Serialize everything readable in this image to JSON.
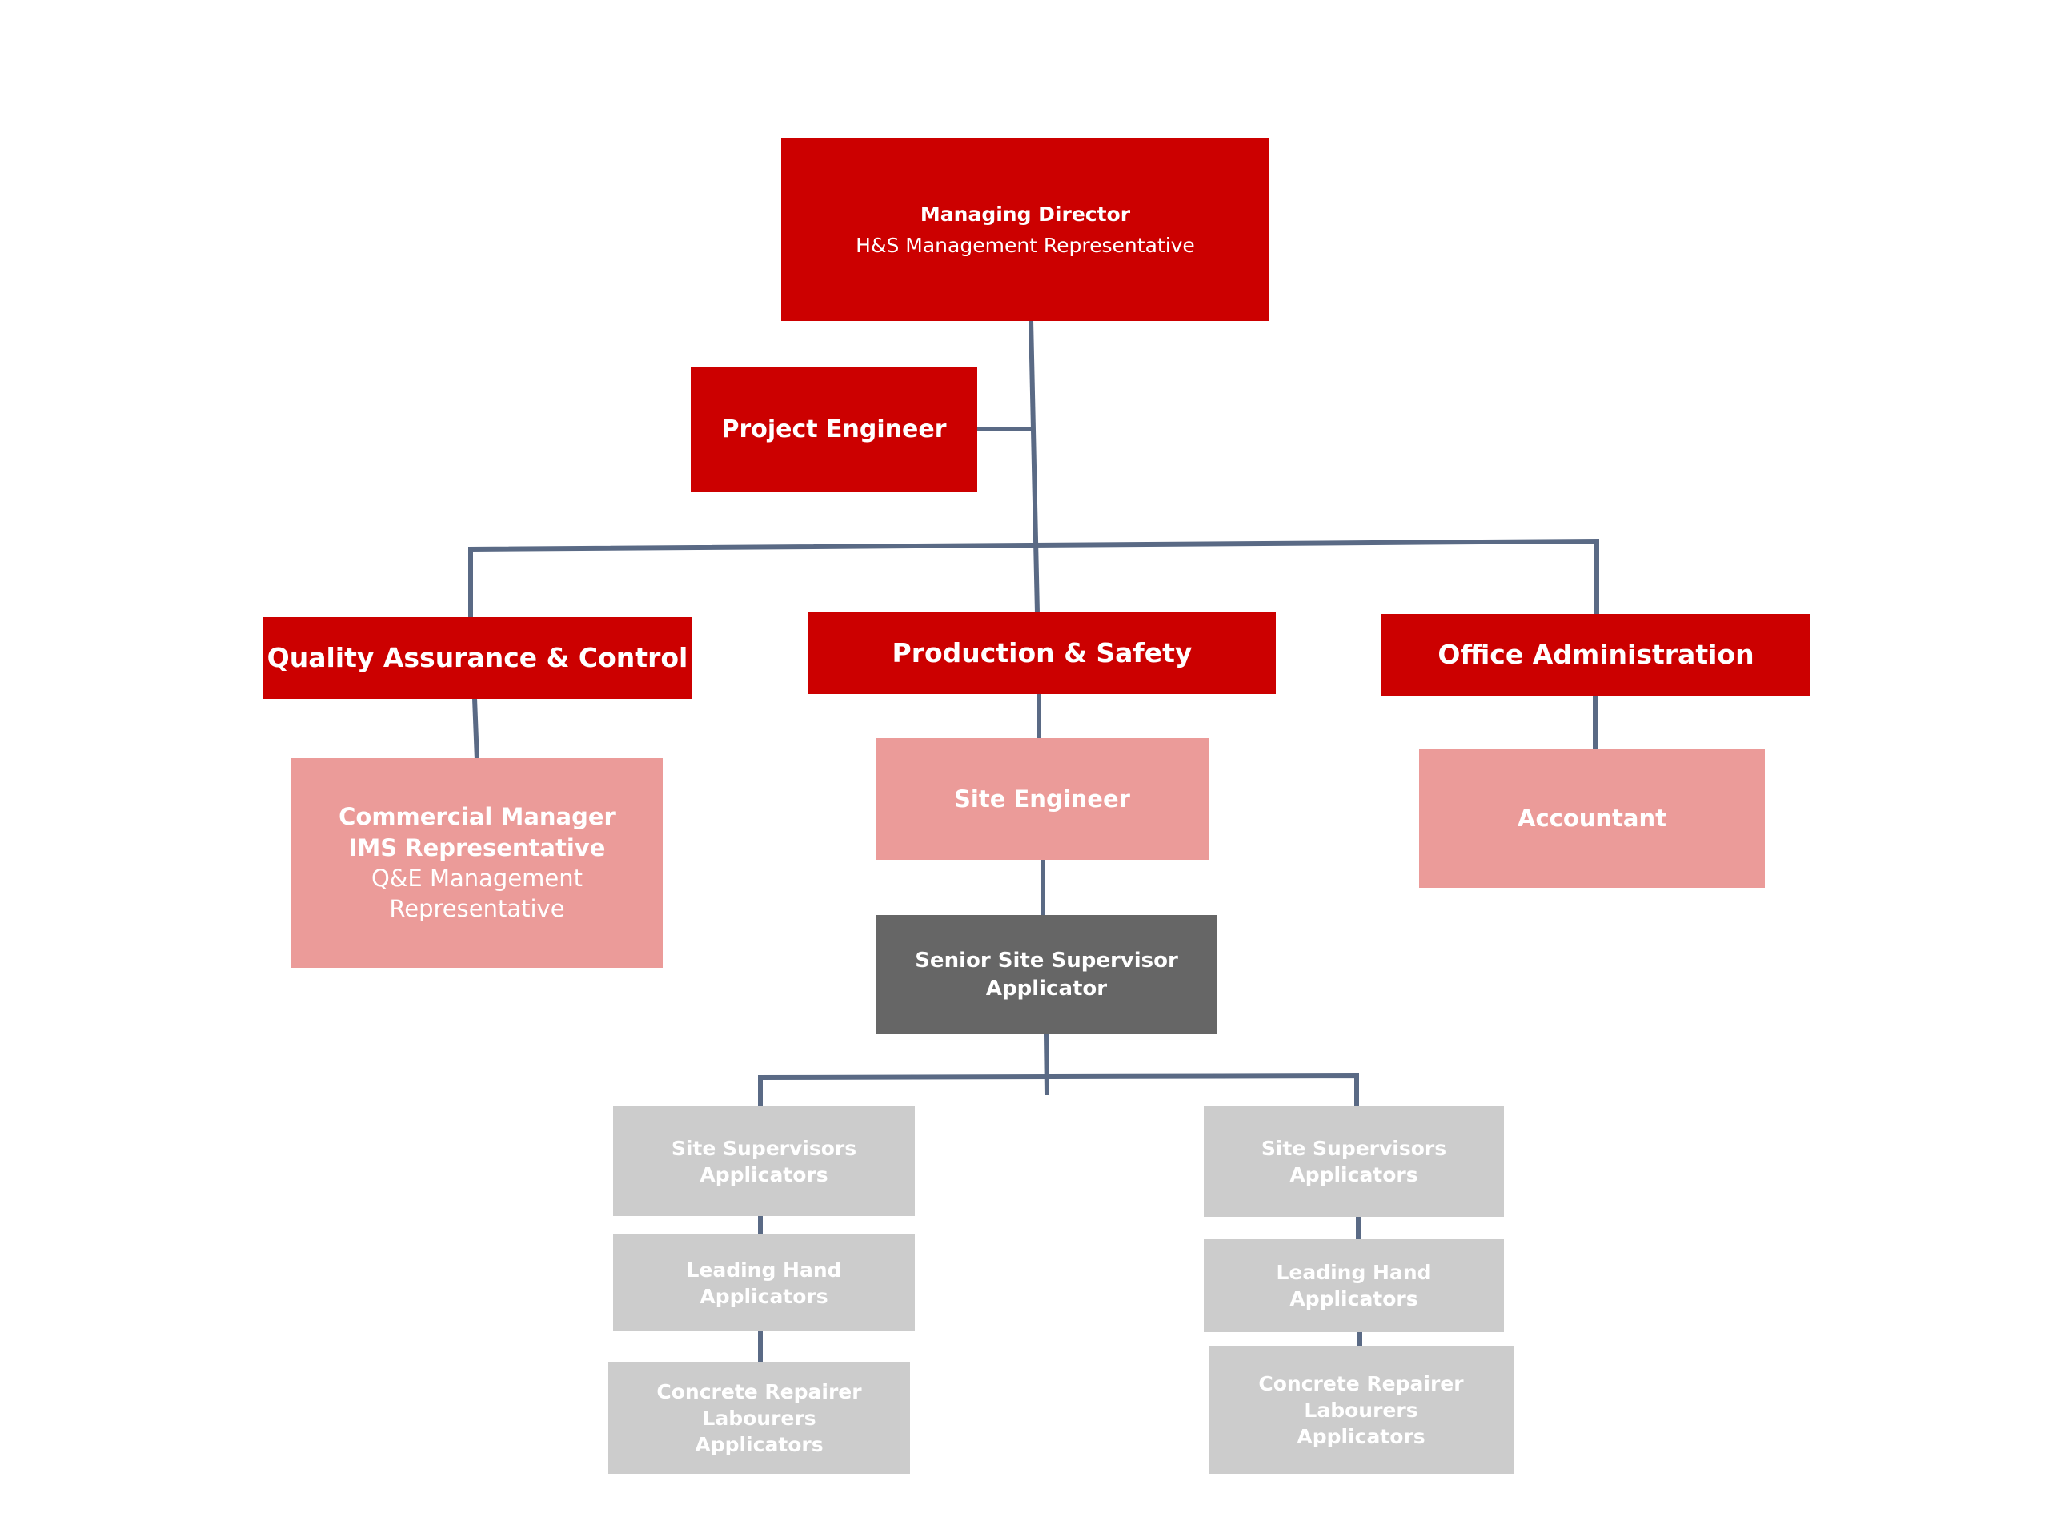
{
  "colors": {
    "primary_red": "#cc0000",
    "light_red": "#eb9b99",
    "dark_grey": "#666666",
    "light_grey": "#cccccc",
    "connector": "#5a6a85"
  },
  "managing_director": {
    "title": "Managing Director",
    "subtitle": "H&S Management Representative"
  },
  "project_engineer": {
    "title": "Project Engineer"
  },
  "departments": {
    "quality": {
      "title": "Quality Assurance & Control"
    },
    "production": {
      "title": "Production & Safety"
    },
    "office": {
      "title": "Office Administration"
    }
  },
  "commercial_manager": {
    "line1": "Commercial Manager",
    "line2": "IMS Representative",
    "line3": "Q&E Management",
    "line4": "Representative"
  },
  "site_engineer": {
    "title": "Site Engineer"
  },
  "accountant": {
    "title": "Accountant"
  },
  "senior_site_supervisor": {
    "line1": "Senior Site Supervisor",
    "line2": "Applicator"
  },
  "left_column": {
    "site_supervisors": {
      "line1": "Site Supervisors",
      "line2": "Applicators"
    },
    "leading_hand": {
      "line1": "Leading Hand",
      "line2": "Applicators"
    },
    "concrete_repairer": {
      "line1": "Concrete Repairer",
      "line2": "Labourers",
      "line3": "Applicators"
    }
  },
  "right_column": {
    "site_supervisors": {
      "line1": "Site Supervisors",
      "line2": "Applicators"
    },
    "leading_hand": {
      "line1": "Leading Hand",
      "line2": "Applicators"
    },
    "concrete_repairer": {
      "line1": "Concrete Repairer",
      "line2": "Labourers",
      "line3": "Applicators"
    }
  }
}
